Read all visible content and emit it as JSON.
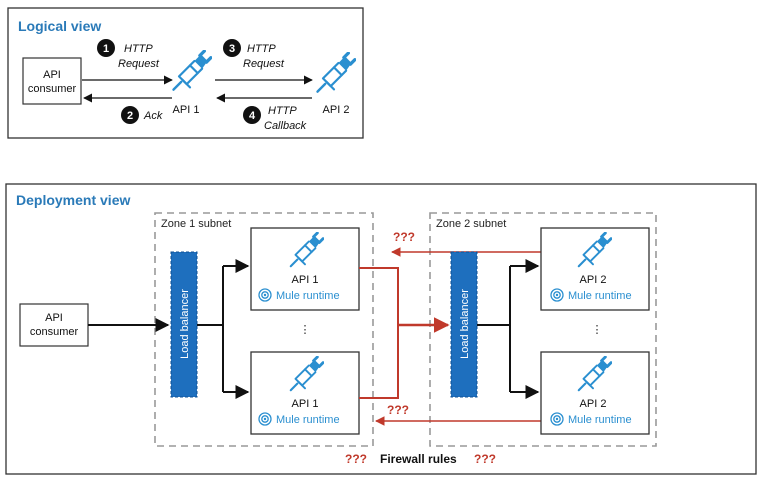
{
  "logical": {
    "title": "Logical view",
    "consumer_line1": "API",
    "consumer_line2": "consumer",
    "api1": "API 1",
    "api2": "API  2",
    "steps": [
      {
        "num": "1",
        "line1": "HTTP",
        "line2": "Request"
      },
      {
        "num": "2",
        "line1": "Ack",
        "line2": ""
      },
      {
        "num": "3",
        "line1": "HTTP",
        "line2": "Request"
      },
      {
        "num": "4",
        "line1": "HTTP",
        "line2": "Callback"
      }
    ]
  },
  "deployment": {
    "title": "Deployment view",
    "consumer_line1": "API",
    "consumer_line2": "consumer",
    "zone1": "Zone 1 subnet",
    "zone2": "Zone 2 subnet",
    "load_balancer": "Load balancer",
    "api1": "API 1",
    "api2": "API 2",
    "mule_runtime": "Mule runtime",
    "dots": "⋮",
    "question_marks": "???",
    "firewall_rules": "Firewall rules"
  },
  "colors": {
    "accent": "#2a7ab8",
    "load_balancer": "#1e6fbe",
    "red": "#c0392b"
  },
  "icons": [
    "api-plug-icon",
    "mule-runtime-icon"
  ]
}
